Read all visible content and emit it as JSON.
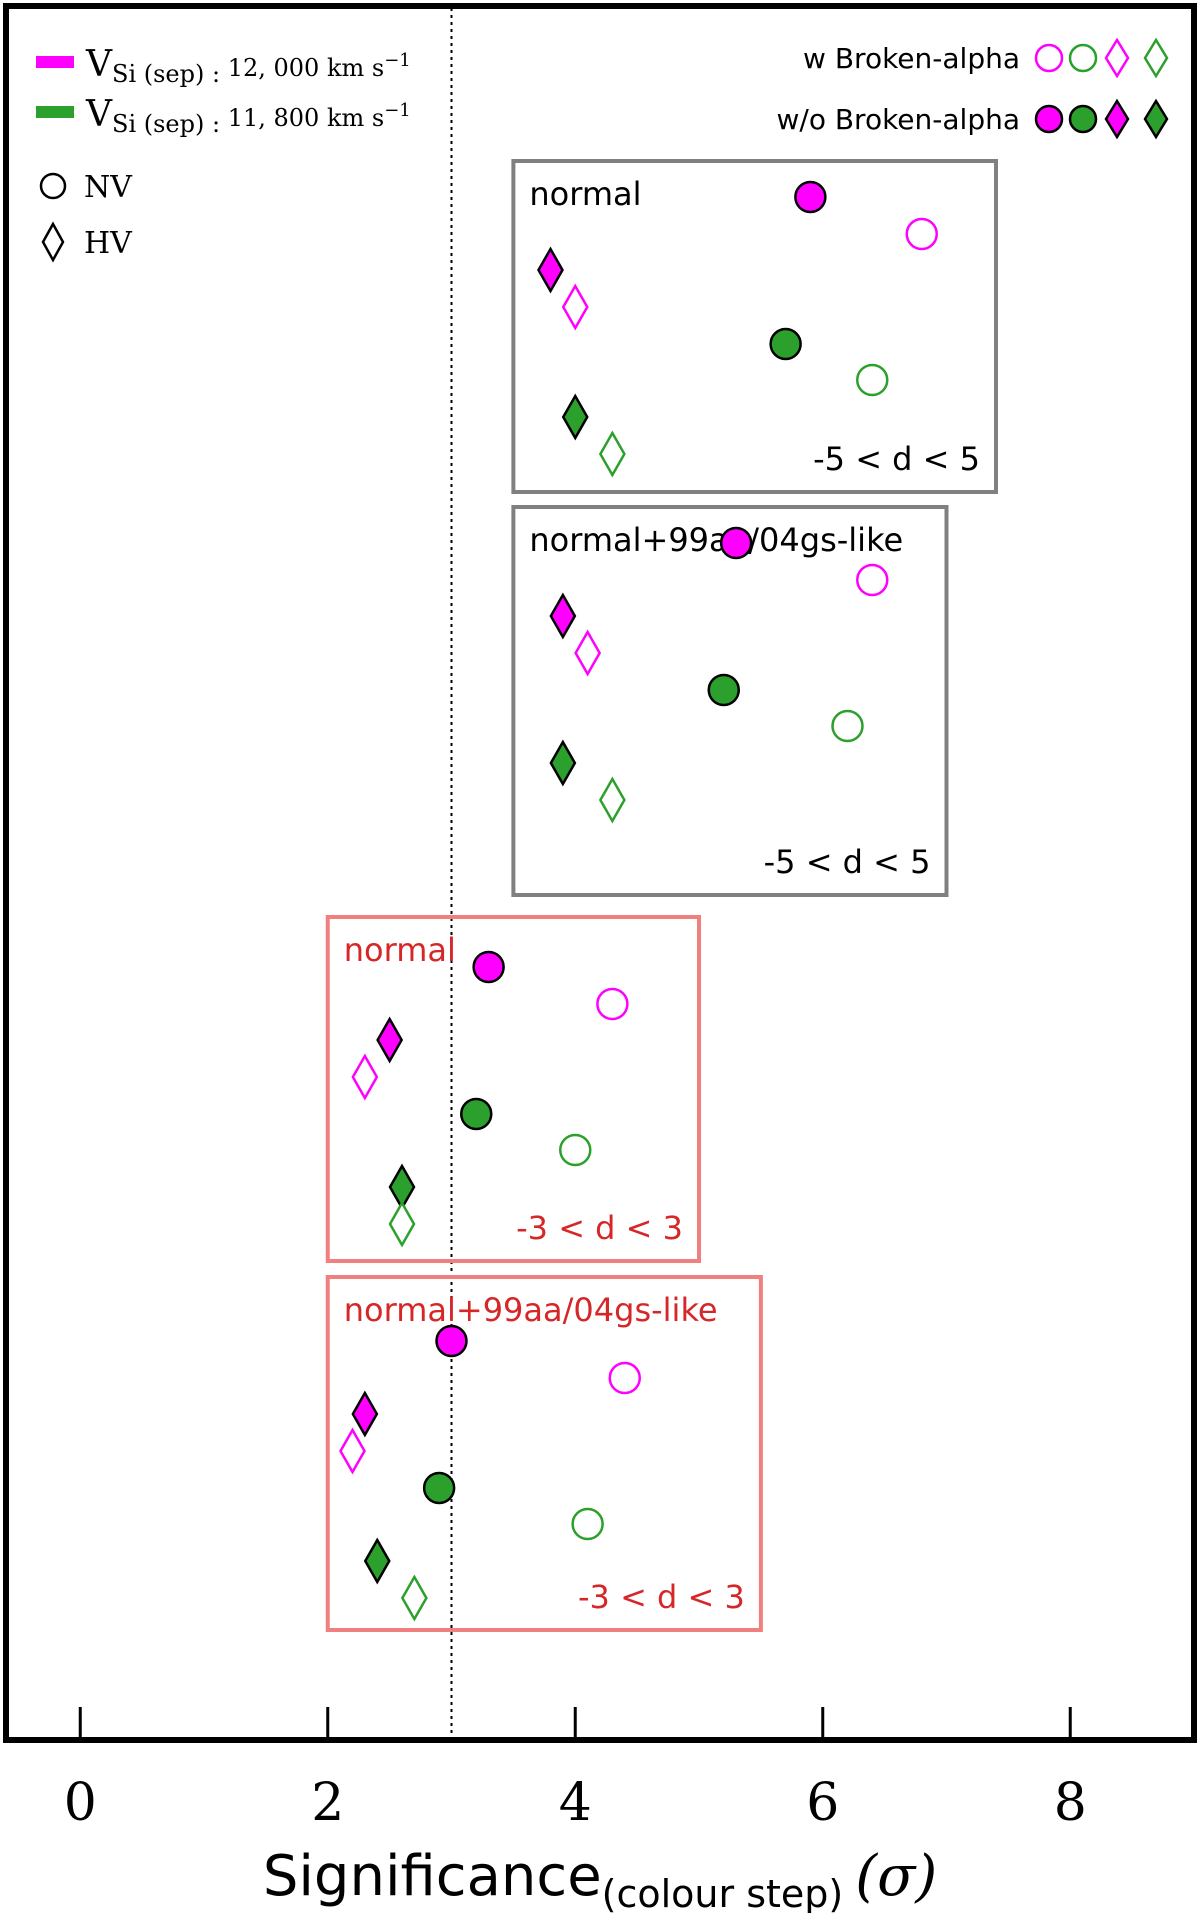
{
  "chart_data": {
    "type": "scatter",
    "title": "",
    "xlabel_main": "Significance",
    "xlabel_sub": "(colour step)",
    "xlabel_unit": "(σ)",
    "xlim": [
      -0.6,
      9.0
    ],
    "xticks": [
      0,
      2,
      4,
      6,
      8
    ],
    "threshold_line_x": 3,
    "colors": {
      "magenta": "#ff00ff",
      "green": "#2ca02c",
      "gray_box": "#808080",
      "red_box": "#f08080",
      "red_text": "#d62728"
    },
    "legend_velocity": [
      {
        "prefix": "V",
        "subscript": "Si (sep) : ",
        "value": "12, 000 km s",
        "exponent": "−1",
        "color": "magenta"
      },
      {
        "prefix": "V",
        "subscript": "Si (sep) : ",
        "value": "11, 800 km s",
        "exponent": "−1",
        "color": "green"
      }
    ],
    "legend_shape": [
      {
        "label": "NV",
        "marker": "circle"
      },
      {
        "label": "HV",
        "marker": "diamond"
      }
    ],
    "legend_fill": [
      {
        "label": "w Broken-alpha",
        "filled": false
      },
      {
        "label": "w/o Broken-alpha",
        "filled": true
      }
    ],
    "panels": [
      {
        "title": "normal",
        "range": "-5 < d < 5",
        "style": "gray",
        "points": [
          {
            "x": 5.9,
            "marker": "circle",
            "color": "magenta",
            "filled": true
          },
          {
            "x": 6.8,
            "marker": "circle",
            "color": "magenta",
            "filled": false
          },
          {
            "x": 3.8,
            "marker": "diamond",
            "color": "magenta",
            "filled": true
          },
          {
            "x": 4.0,
            "marker": "diamond",
            "color": "magenta",
            "filled": false
          },
          {
            "x": 5.7,
            "marker": "circle",
            "color": "green",
            "filled": true
          },
          {
            "x": 6.4,
            "marker": "circle",
            "color": "green",
            "filled": false
          },
          {
            "x": 4.0,
            "marker": "diamond",
            "color": "green",
            "filled": true
          },
          {
            "x": 4.3,
            "marker": "diamond",
            "color": "green",
            "filled": false
          }
        ]
      },
      {
        "title": "normal+99aa/04gs-like",
        "range": "-5 < d < 5",
        "style": "gray",
        "points": [
          {
            "x": 5.3,
            "marker": "circle",
            "color": "magenta",
            "filled": true
          },
          {
            "x": 6.4,
            "marker": "circle",
            "color": "magenta",
            "filled": false
          },
          {
            "x": 3.9,
            "marker": "diamond",
            "color": "magenta",
            "filled": true
          },
          {
            "x": 4.1,
            "marker": "diamond",
            "color": "magenta",
            "filled": false
          },
          {
            "x": 5.2,
            "marker": "circle",
            "color": "green",
            "filled": true
          },
          {
            "x": 6.2,
            "marker": "circle",
            "color": "green",
            "filled": false
          },
          {
            "x": 3.9,
            "marker": "diamond",
            "color": "green",
            "filled": true
          },
          {
            "x": 4.3,
            "marker": "diamond",
            "color": "green",
            "filled": false
          }
        ]
      },
      {
        "title": "normal",
        "range": "-3 < d < 3",
        "style": "red",
        "points": [
          {
            "x": 3.3,
            "marker": "circle",
            "color": "magenta",
            "filled": true
          },
          {
            "x": 4.3,
            "marker": "circle",
            "color": "magenta",
            "filled": false
          },
          {
            "x": 2.5,
            "marker": "diamond",
            "color": "magenta",
            "filled": true
          },
          {
            "x": 2.3,
            "marker": "diamond",
            "color": "magenta",
            "filled": false
          },
          {
            "x": 3.2,
            "marker": "circle",
            "color": "green",
            "filled": true
          },
          {
            "x": 4.0,
            "marker": "circle",
            "color": "green",
            "filled": false
          },
          {
            "x": 2.6,
            "marker": "diamond",
            "color": "green",
            "filled": true
          },
          {
            "x": 2.6,
            "marker": "diamond",
            "color": "green",
            "filled": false
          }
        ]
      },
      {
        "title": "normal+99aa/04gs-like",
        "range": "-3 < d < 3",
        "style": "red",
        "points": [
          {
            "x": 3.0,
            "marker": "circle",
            "color": "magenta",
            "filled": true
          },
          {
            "x": 4.4,
            "marker": "circle",
            "color": "magenta",
            "filled": false
          },
          {
            "x": 2.3,
            "marker": "diamond",
            "color": "magenta",
            "filled": true
          },
          {
            "x": 2.2,
            "marker": "diamond",
            "color": "magenta",
            "filled": false
          },
          {
            "x": 2.9,
            "marker": "circle",
            "color": "green",
            "filled": true
          },
          {
            "x": 4.1,
            "marker": "circle",
            "color": "green",
            "filled": false
          },
          {
            "x": 2.4,
            "marker": "diamond",
            "color": "green",
            "filled": true
          },
          {
            "x": 2.7,
            "marker": "diamond",
            "color": "green",
            "filled": false
          }
        ]
      }
    ]
  }
}
